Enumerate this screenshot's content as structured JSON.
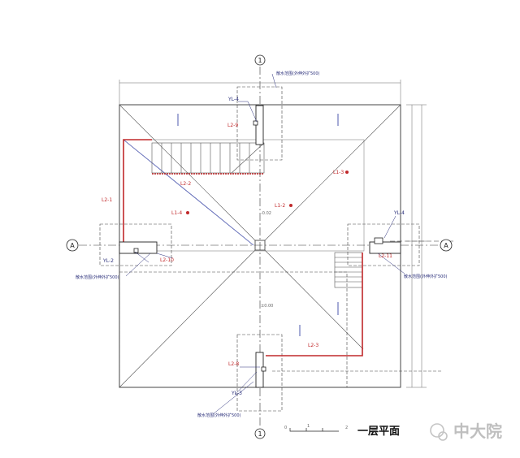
{
  "drawing": {
    "title": "一层平面",
    "scale_bar": {
      "start": "0",
      "mid": "1",
      "end": "2"
    },
    "axes": {
      "top": "1",
      "bottom": "1",
      "left": "A",
      "right": "A"
    },
    "labels": {
      "yl4_top": "YL-4",
      "l2_9": "L2-9",
      "l2_2": "L2-2",
      "l2_1": "L2-1",
      "l1_4": "L1-4",
      "l1_2": "L1-2",
      "l1_3": "L1-3",
      "yl2": "YL-2",
      "l2_10": "L2-10",
      "yl4_right": "YL-4",
      "l2_11": "L2-11",
      "l2_8": "L2-8",
      "l2_3": "L2-3",
      "yl3": "YL-3"
    },
    "notes": {
      "top": "散水范围(外伸外扩500)",
      "left": "散水范围(外伸外扩500)",
      "right": "散水范围(外伸外扩500)",
      "bottom": "散水范围(外伸外扩500)"
    },
    "elevations": {
      "upper": "-0.02",
      "lower": "±0.00"
    },
    "watermark": "中大院"
  }
}
